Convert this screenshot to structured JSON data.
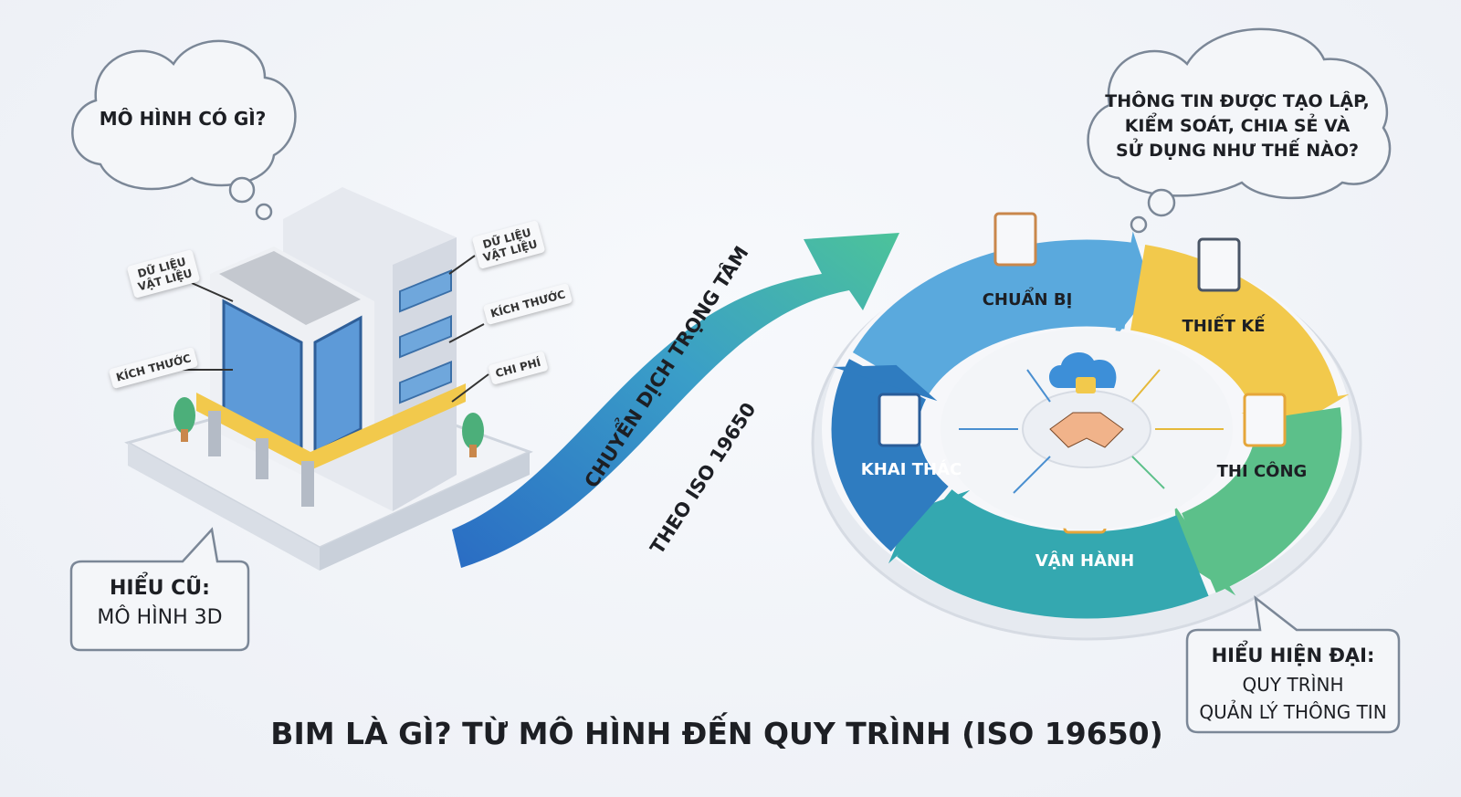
{
  "title": "BIM LÀ GÌ? TỪ MÔ HÌNH ĐẾN QUY TRÌNH (ISO 19650)",
  "left": {
    "question_cloud": "MÔ HÌNH CÓ GÌ?",
    "tags": [
      "DỮ LIỆU VẬT LIỆU",
      "KÍCH THƯỚC",
      "DỮ LIỆU VẬT LIỆU",
      "KÍCH THƯỚC",
      "CHI PHÍ"
    ],
    "old_view": {
      "heading": "HIỂU CŨ:",
      "text": "MÔ HÌNH 3D"
    }
  },
  "arrow": {
    "line1": "CHUYỂN DỊCH TRỌNG TÂM",
    "line2": "THEO ISO 19650"
  },
  "right": {
    "question_cloud": [
      "THÔNG TIN ĐƯỢC TẠO LẬP,",
      "KIỂM SOÁT, CHIA SẺ VÀ",
      "SỬ DỤNG NHƯ THẾ NÀO?"
    ],
    "cycle": [
      {
        "label": "CHUẨN BỊ",
        "color": "#5aa9dd",
        "icon": "clipboard-icon"
      },
      {
        "label": "THIẾT KẾ",
        "color": "#f2c94c",
        "icon": "compass-pencil-icon"
      },
      {
        "label": "THI CÔNG",
        "color": "#5cc08a",
        "icon": "crane-worker-icon"
      },
      {
        "label": "VẬN HÀNH",
        "color": "#34a8b0",
        "icon": "worker-wrench-icon"
      },
      {
        "label": "KHAI THÁC",
        "color": "#2f7cc0",
        "icon": "building-chart-icon"
      }
    ],
    "center_icon": "cloud-lock-handshake-icon",
    "modern_view": {
      "heading": "HIỂU HIỆN ĐẠI:",
      "line1": "QUY TRÌNH",
      "line2": "QUẢN LÝ THÔNG TIN"
    }
  }
}
